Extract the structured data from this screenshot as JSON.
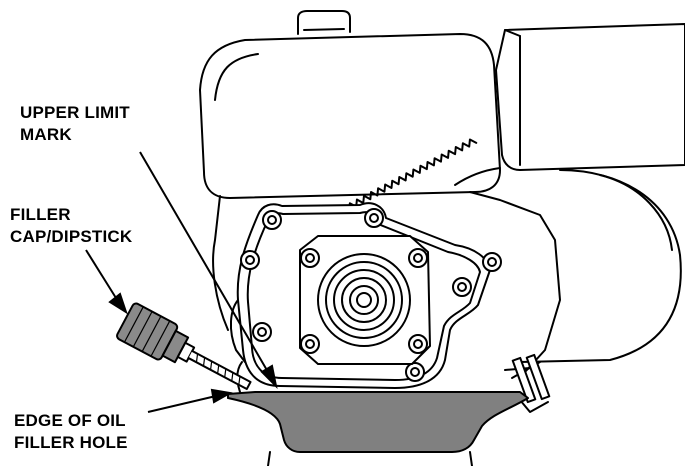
{
  "callouts": {
    "upper_limit": {
      "line1": "UPPER LIMIT",
      "line2": "MARK"
    },
    "filler_cap": {
      "line1": "FILLER",
      "line2": "CAP/DIPSTICK"
    },
    "edge_hole": {
      "line1": "EDGE OF OIL",
      "line2": "FILLER HOLE"
    }
  },
  "colors": {
    "outline": "#000000",
    "oil_fill": "#808080",
    "cap_fill": "#8a8a8a",
    "background": "#ffffff"
  }
}
